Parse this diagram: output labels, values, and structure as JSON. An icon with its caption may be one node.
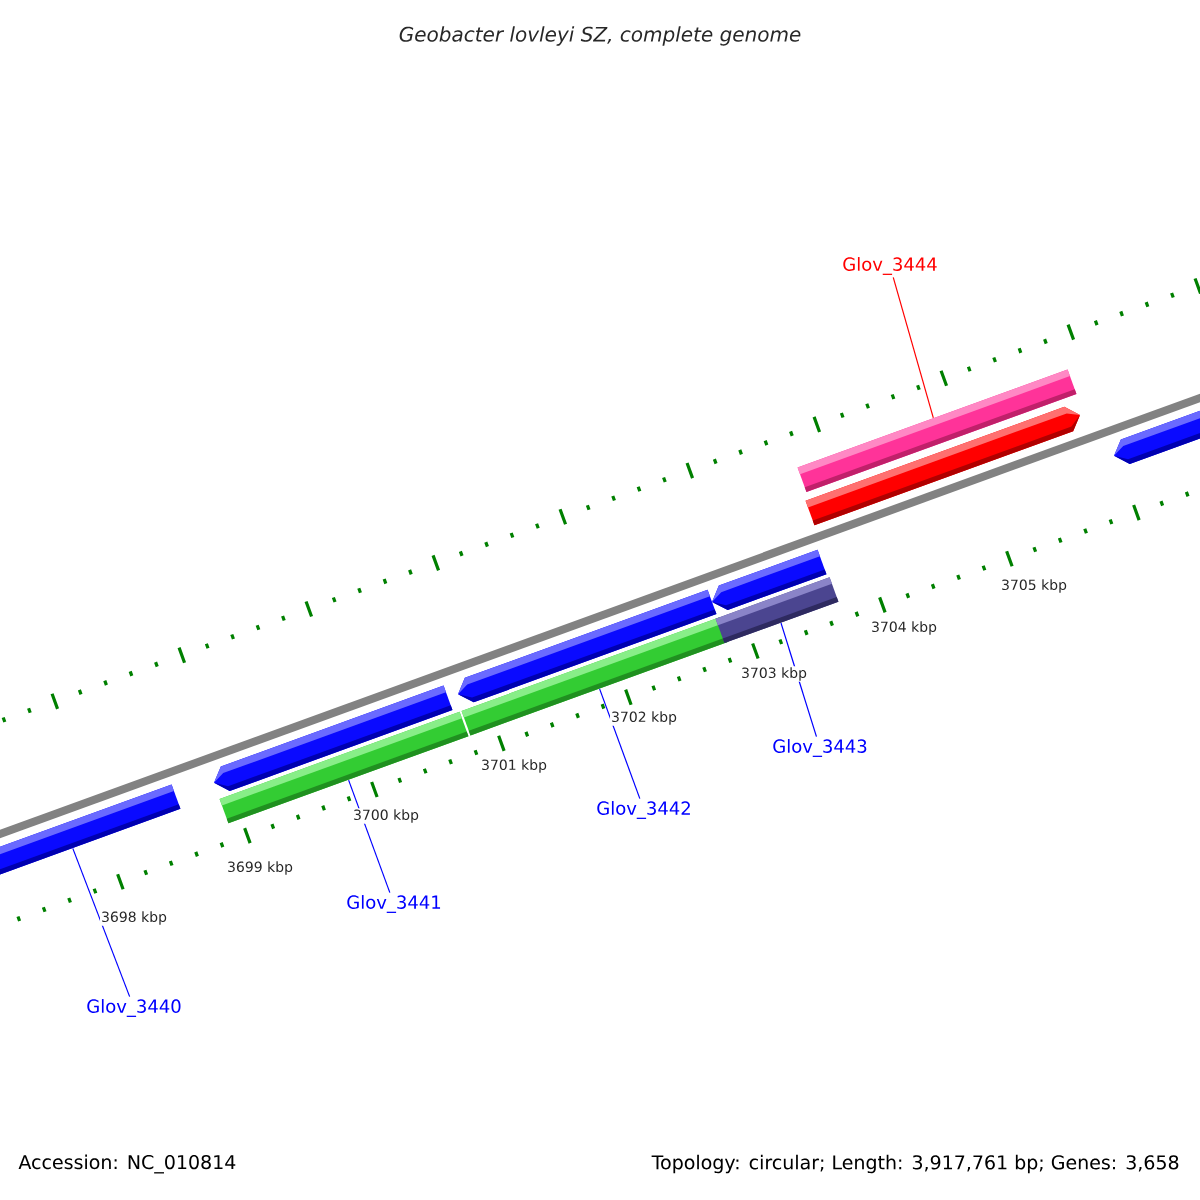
{
  "diagram": {
    "title": "Geobacter lovleyi SZ, complete genome",
    "nodes": [
      {
        "text": [
          "Glov_3440"
        ]
      },
      {
        "text": [
          "Glov_3441"
        ]
      },
      {
        "text": [
          "Glov_3442"
        ]
      },
      {
        "text": [
          "Glov_3443"
        ]
      },
      {
        "text": [
          "Glov_3444"
        ]
      },
      {
        "text": [],
        "shape": "bar"
      },
      {
        "text": [],
        "shape": "bar"
      },
      {
        "text": [],
        "shape": "bar"
      },
      {
        "text": [],
        "shape": "bar"
      },
      {
        "text": [],
        "shape": "bar"
      }
    ],
    "edges": [
      {
        "from": 0,
        "to": 5,
        "arrow": "none"
      },
      {
        "from": 1,
        "to": 6,
        "arrow": "none"
      },
      {
        "from": 2,
        "to": 7,
        "arrow": "none"
      },
      {
        "from": 3,
        "to": 8,
        "arrow": "none"
      },
      {
        "from": 4,
        "to": 9,
        "arrow": "none",
        "color": "#ff0000"
      }
    ],
    "labels": [
      "3698 kbp",
      "3699 kbp",
      "3700 kbp",
      "3701 kbp",
      "3702 kbp",
      "3703 kbp",
      "3704 kbp",
      "3705 kbp",
      "Accession: NC_010814",
      "Topology: circular; Length: 3,917,761 bp; Genes: 3,658"
    ]
  }
}
